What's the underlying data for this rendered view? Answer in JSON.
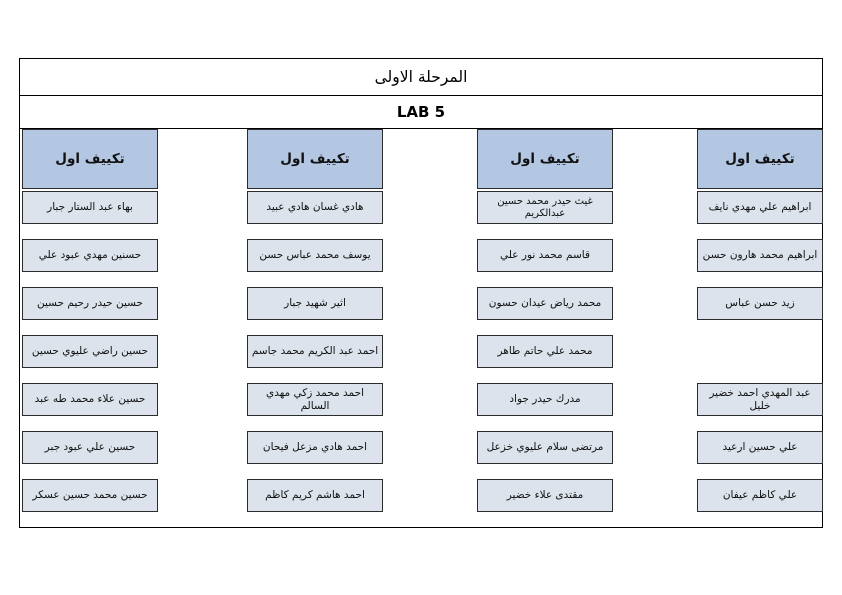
{
  "document": {
    "title_stage": "المرحلة الاولى",
    "title_lab": "LAB 5"
  },
  "colors": {
    "header_fill": "#b3c6e2",
    "cell_fill": "#dce3ec",
    "border": "#2b2b2b",
    "page_background": "#ffffff",
    "text": "#111111"
  },
  "columns": [
    {
      "header": "تكييف اول",
      "cells": [
        "بهاء عبد الستار جبار",
        "حسنين مهدي عبود علي",
        "حسين حيدر رحيم حسين",
        "حسين راضي عليوي حسين",
        "حسين علاء محمد طه عبد",
        "حسين علي عبود جبر",
        "حسين محمد حسين عسكر"
      ]
    },
    {
      "header": "تكييف اول",
      "cells": [
        "هادي غسان هادي عبيد",
        "يوسف محمد عباس حسن",
        "اثير شهيد جبار",
        "احمد عبد الكريم محمد جاسم",
        "احمد محمد زكي مهدي السالم",
        "احمد هادي مزعل فيحان",
        "احمد هاشم كريم كاظم"
      ]
    },
    {
      "header": "تكييف اول",
      "cells": [
        "غيث حيدر محمد حسين عبدالكريم",
        "قاسم محمد نور علي",
        "محمد رياض عيدان حسون",
        "محمد علي حاتم طاهر",
        "مدرك حيدر جواد",
        "مرتضى سلام عليوي خزعل",
        "مقتدى علاء خضير"
      ]
    },
    {
      "header": "تكييف اول",
      "cells": [
        "ابراهيم علي مهدي نايف",
        "ابراهيم محمد هارون حسن",
        "زيد حسن عباس",
        "",
        "عبد المهدي احمد خضير خليل",
        "علي حسين ارعيد",
        "علي كاظم عيفان"
      ]
    }
  ]
}
